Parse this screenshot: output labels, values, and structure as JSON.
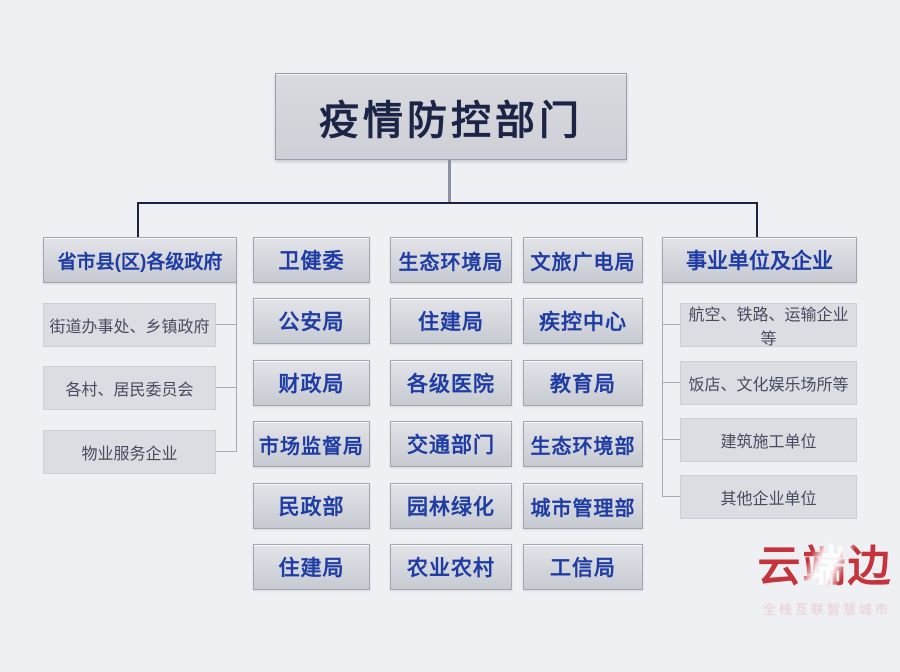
{
  "org": {
    "root_title": "疫情防控部门",
    "left": {
      "header": "省市县(区)各级政府",
      "items": [
        "街道办事处、乡镇政府",
        "各村、居民委员会",
        "物业服务企业"
      ]
    },
    "mid": [
      [
        "卫健委",
        "公安局",
        "财政局",
        "市场监督局",
        "民政部",
        "住建局"
      ],
      [
        "生态环境局",
        "住建局",
        "各级医院",
        "交通部门",
        "园林绿化",
        "农业农村"
      ],
      [
        "文旅广电局",
        "疾控中心",
        "教育局",
        "生态环境部",
        "城市管理部",
        "工信局"
      ]
    ],
    "right": {
      "header": "事业单位及企业",
      "items": [
        "航空、铁路、运输企业等",
        "饭店、文化娱乐场所等",
        "建筑施工单位",
        "其他企业单位"
      ]
    }
  },
  "watermark": {
    "logo": "云端边",
    "tagline": "全栈互联智慧城市"
  },
  "colors": {
    "background": "#eff0f3",
    "box_fill": "#cdcfd6",
    "sub_fill": "#dcdde2",
    "title_text": "#1d2547",
    "dept_text": "#1e3ca3",
    "sub_text": "#474b5f",
    "connector_dark": "#1c2244",
    "connector_gray": "#a8abb7",
    "watermark_red": "#c2242e"
  }
}
